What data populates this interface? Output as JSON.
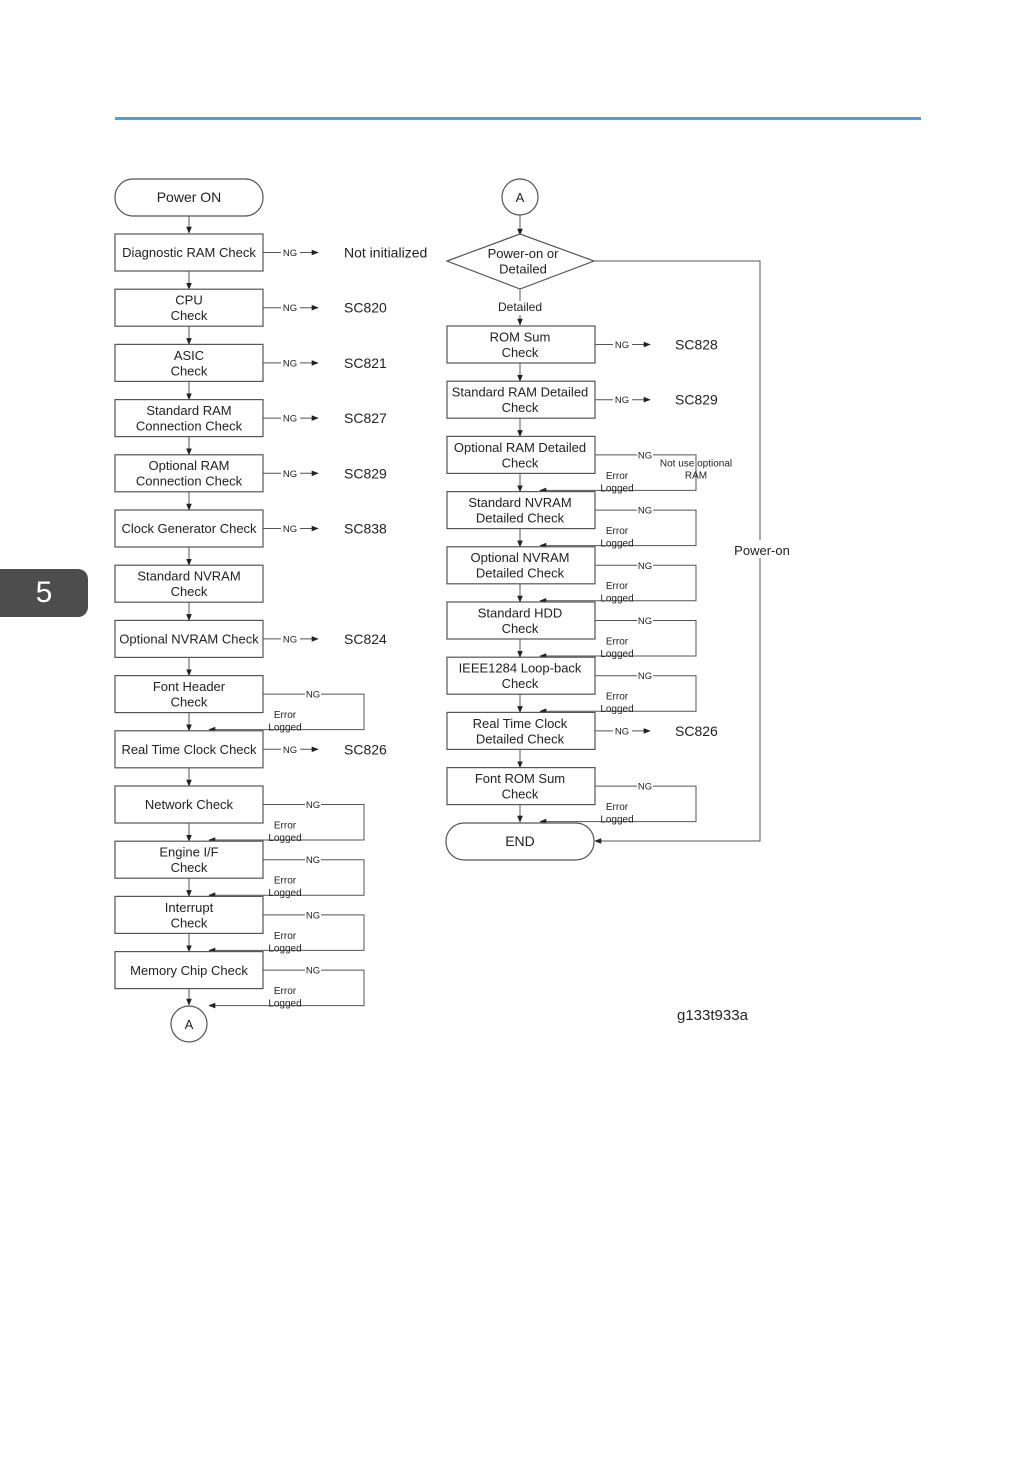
{
  "chapter_number": "5",
  "figure_id": "g133t933a",
  "connector_label": "A",
  "ng_label": "NG",
  "error_logged_lines": [
    "Error",
    "Logged"
  ],
  "left_column": {
    "start": "Power ON",
    "steps": [
      {
        "lines": [
          "Diagnostic RAM Check"
        ],
        "ng": "arrow",
        "result": "Not initialized"
      },
      {
        "lines": [
          "CPU",
          "Check"
        ],
        "ng": "arrow",
        "result": "SC820"
      },
      {
        "lines": [
          "ASIC",
          "Check"
        ],
        "ng": "arrow",
        "result": "SC821"
      },
      {
        "lines": [
          "Standard RAM",
          "Connection Check"
        ],
        "ng": "arrow",
        "result": "SC827"
      },
      {
        "lines": [
          "Optional RAM",
          "Connection Check"
        ],
        "ng": "arrow",
        "result": "SC829"
      },
      {
        "lines": [
          "Clock Generator Check"
        ],
        "ng": "arrow",
        "result": "SC838"
      },
      {
        "lines": [
          "Standard NVRAM",
          "Check"
        ],
        "ng": "none"
      },
      {
        "lines": [
          "Optional NVRAM Check"
        ],
        "ng": "arrow",
        "result": "SC824"
      },
      {
        "lines": [
          "Font Header",
          "Check"
        ],
        "ng": "loop"
      },
      {
        "lines": [
          "Real Time Clock Check"
        ],
        "ng": "arrow",
        "result": "SC826"
      },
      {
        "lines": [
          "Network Check"
        ],
        "ng": "loop"
      },
      {
        "lines": [
          "Engine I/F",
          "Check"
        ],
        "ng": "loop"
      },
      {
        "lines": [
          "Interrupt",
          "Check"
        ],
        "ng": "loop"
      },
      {
        "lines": [
          "Memory Chip Check"
        ],
        "ng": "loop"
      }
    ]
  },
  "right_column": {
    "decision": [
      "Power-on or",
      "Detailed"
    ],
    "detailed_label": "Detailed",
    "bypass_label": "Power-on",
    "steps": [
      {
        "lines": [
          "ROM Sum",
          "Check"
        ],
        "ng": "arrow",
        "result": "SC828"
      },
      {
        "lines": [
          "Standard RAM Detailed",
          "Check"
        ],
        "ng": "arrow",
        "result": "SC829"
      },
      {
        "lines": [
          "Optional RAM Detailed",
          "Check"
        ],
        "ng": "loop",
        "note": [
          "Not use optional",
          "RAM"
        ]
      },
      {
        "lines": [
          "Standard NVRAM",
          "Detailed Check"
        ],
        "ng": "loop"
      },
      {
        "lines": [
          "Optional NVRAM",
          "Detailed Check"
        ],
        "ng": "loop"
      },
      {
        "lines": [
          "Standard HDD",
          "Check"
        ],
        "ng": "loop"
      },
      {
        "lines": [
          "IEEE1284 Loop-back",
          "Check"
        ],
        "ng": "loop"
      },
      {
        "lines": [
          "Real Time Clock",
          "Detailed Check"
        ],
        "ng": "arrow",
        "result": "SC826"
      },
      {
        "lines": [
          "Font ROM Sum",
          "Check"
        ],
        "ng": "loop"
      }
    ],
    "end": "END"
  }
}
